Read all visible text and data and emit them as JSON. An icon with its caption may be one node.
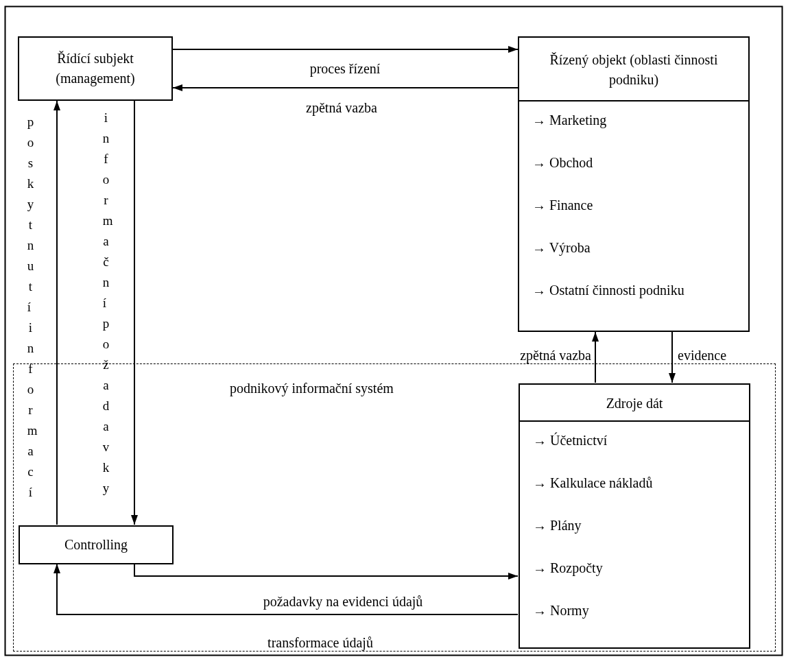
{
  "diagram": {
    "nodes": [
      {
        "text": [
          "Řídící subjekt (management)"
        ]
      },
      {
        "text": [
          "Řízený objekt (oblasti činnosti podniku)",
          "→ Marketing",
          "→ Obchod",
          "→ Finance",
          "→ Výroba",
          "→ Ostatní činnosti podniku"
        ]
      },
      {
        "text": [
          "podnikový informační systém"
        ]
      },
      {
        "text": [
          "Controlling"
        ],
        "in": 2
      },
      {
        "text": [
          "Zdroje dát",
          "→ Účetnictví",
          "→ Kalkulace nákladů",
          "→ Plány",
          "→ Rozpočty",
          "→ Normy"
        ],
        "in": 2
      }
    ],
    "edges": [
      {
        "from": 0,
        "to": 1,
        "arrow": "to",
        "label": "proces řízení"
      },
      {
        "from": 1,
        "to": 0,
        "arrow": "to",
        "label": "zpětná vazba"
      },
      {
        "from": 3,
        "to": 0,
        "arrow": "to",
        "label": "poskytnutí informací"
      },
      {
        "from": 0,
        "to": 3,
        "arrow": "to",
        "label": "informační požadavky"
      },
      {
        "from": 3,
        "to": 4,
        "arrow": "to",
        "label": "požadavky na evidenci údajů"
      },
      {
        "from": 4,
        "to": 3,
        "arrow": "to",
        "label": "transformace údajů"
      },
      {
        "from": 4,
        "to": 1,
        "arrow": "to",
        "label": "zpětná vazba"
      },
      {
        "from": 1,
        "to": 4,
        "arrow": "to",
        "label": "evidence"
      }
    ]
  }
}
